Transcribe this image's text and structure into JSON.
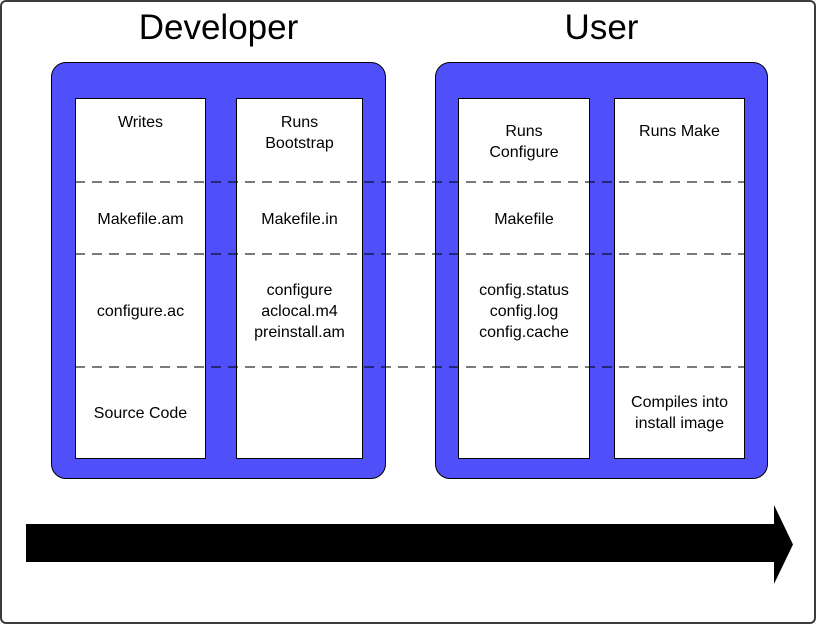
{
  "diagram": {
    "groups": [
      {
        "id": "developer",
        "title": "Developer",
        "columns": [
          {
            "id": "writes",
            "cells": [
              "Writes",
              "Makefile.am",
              "configure.ac",
              "Source Code"
            ]
          },
          {
            "id": "runs-bootstrap",
            "cells": [
              "Runs\nBootstrap",
              "Makefile.in",
              "configure\naclocal.m4\npreinstall.am",
              ""
            ]
          }
        ]
      },
      {
        "id": "user",
        "title": "User",
        "columns": [
          {
            "id": "runs-configure",
            "cells": [
              "Runs\nConfigure",
              "Makefile",
              "config.status\nconfig.log\nconfig.cache",
              ""
            ]
          },
          {
            "id": "runs-make",
            "cells": [
              "Runs Make",
              "",
              "",
              "Compiles into\ninstall image"
            ]
          }
        ]
      }
    ],
    "colors": {
      "container_blue": "#5050fa",
      "outline_black": "#000000",
      "separator_gray": "#808080",
      "arrow_black": "#000000"
    },
    "arrow": {
      "direction": "right"
    }
  }
}
